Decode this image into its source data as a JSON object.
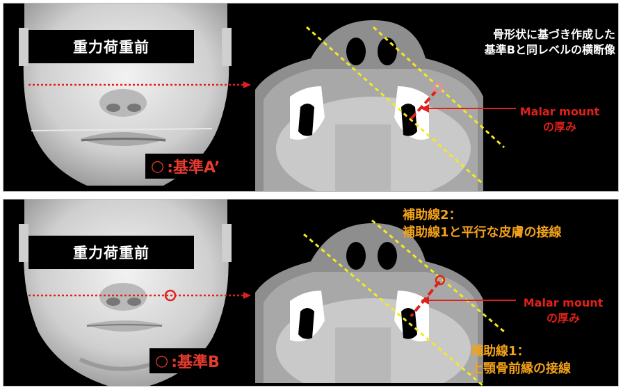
{
  "top": {
    "face_label": "重力荷重前",
    "ref_marker": "○",
    "ref_label": ":基準A’",
    "note_line1": "骨形状に基づき作成した",
    "note_line2": "基準Bと同レベルの横断像",
    "malar_line1": "Malar mount",
    "malar_line2": "の厚み"
  },
  "bottom": {
    "face_label": "重力荷重前",
    "ref_marker": "○",
    "ref_label": ":基準B",
    "aux2_line1": "補助線2：",
    "aux2_line2": "補助線1と平行な皮膚の接線",
    "malar_line1": "Malar mount",
    "malar_line2": "の厚み",
    "aux1_line1": "補助線1：",
    "aux1_line2": "上顎骨前縁の接線"
  },
  "colors": {
    "red": "#e0201a",
    "yellow_line": "#f2ea1f",
    "orange_text": "#f3a21b",
    "panel_bg": "#000000"
  }
}
